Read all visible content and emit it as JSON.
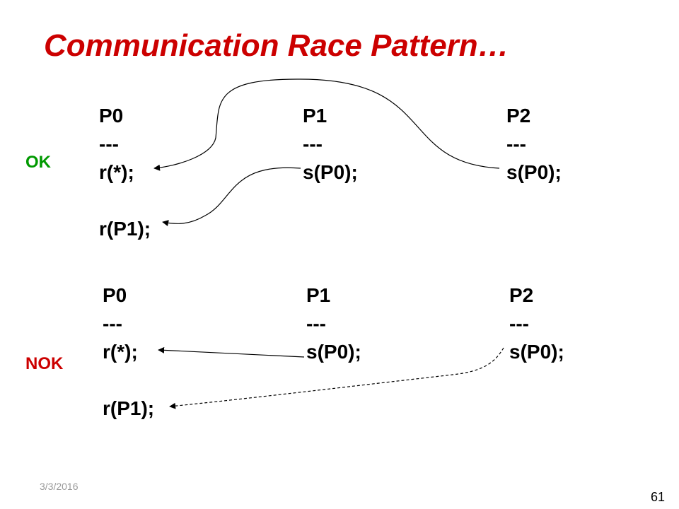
{
  "title": "Communication Race Pattern…",
  "colors": {
    "title": "#cc0000",
    "ok": "#009900",
    "nok": "#cc0000"
  },
  "scenarios": [
    {
      "status": "OK",
      "processes": [
        {
          "name": "P0",
          "sep": "---",
          "ops": [
            "r(*);",
            "",
            "r(P1);"
          ]
        },
        {
          "name": "P1",
          "sep": "---",
          "ops": [
            "s(P0);"
          ]
        },
        {
          "name": "P2",
          "sep": "---",
          "ops": [
            "s(P0);"
          ]
        }
      ]
    },
    {
      "status": "NOK",
      "processes": [
        {
          "name": "P0",
          "sep": "---",
          "ops": [
            "r(*);",
            "",
            "r(P1);"
          ]
        },
        {
          "name": "P1",
          "sep": "---",
          "ops": [
            "s(P0);"
          ]
        },
        {
          "name": "P2",
          "sep": "---",
          "ops": [
            "s(P0);"
          ]
        }
      ]
    }
  ],
  "footer": {
    "date": "3/3/2016",
    "page": "61"
  }
}
